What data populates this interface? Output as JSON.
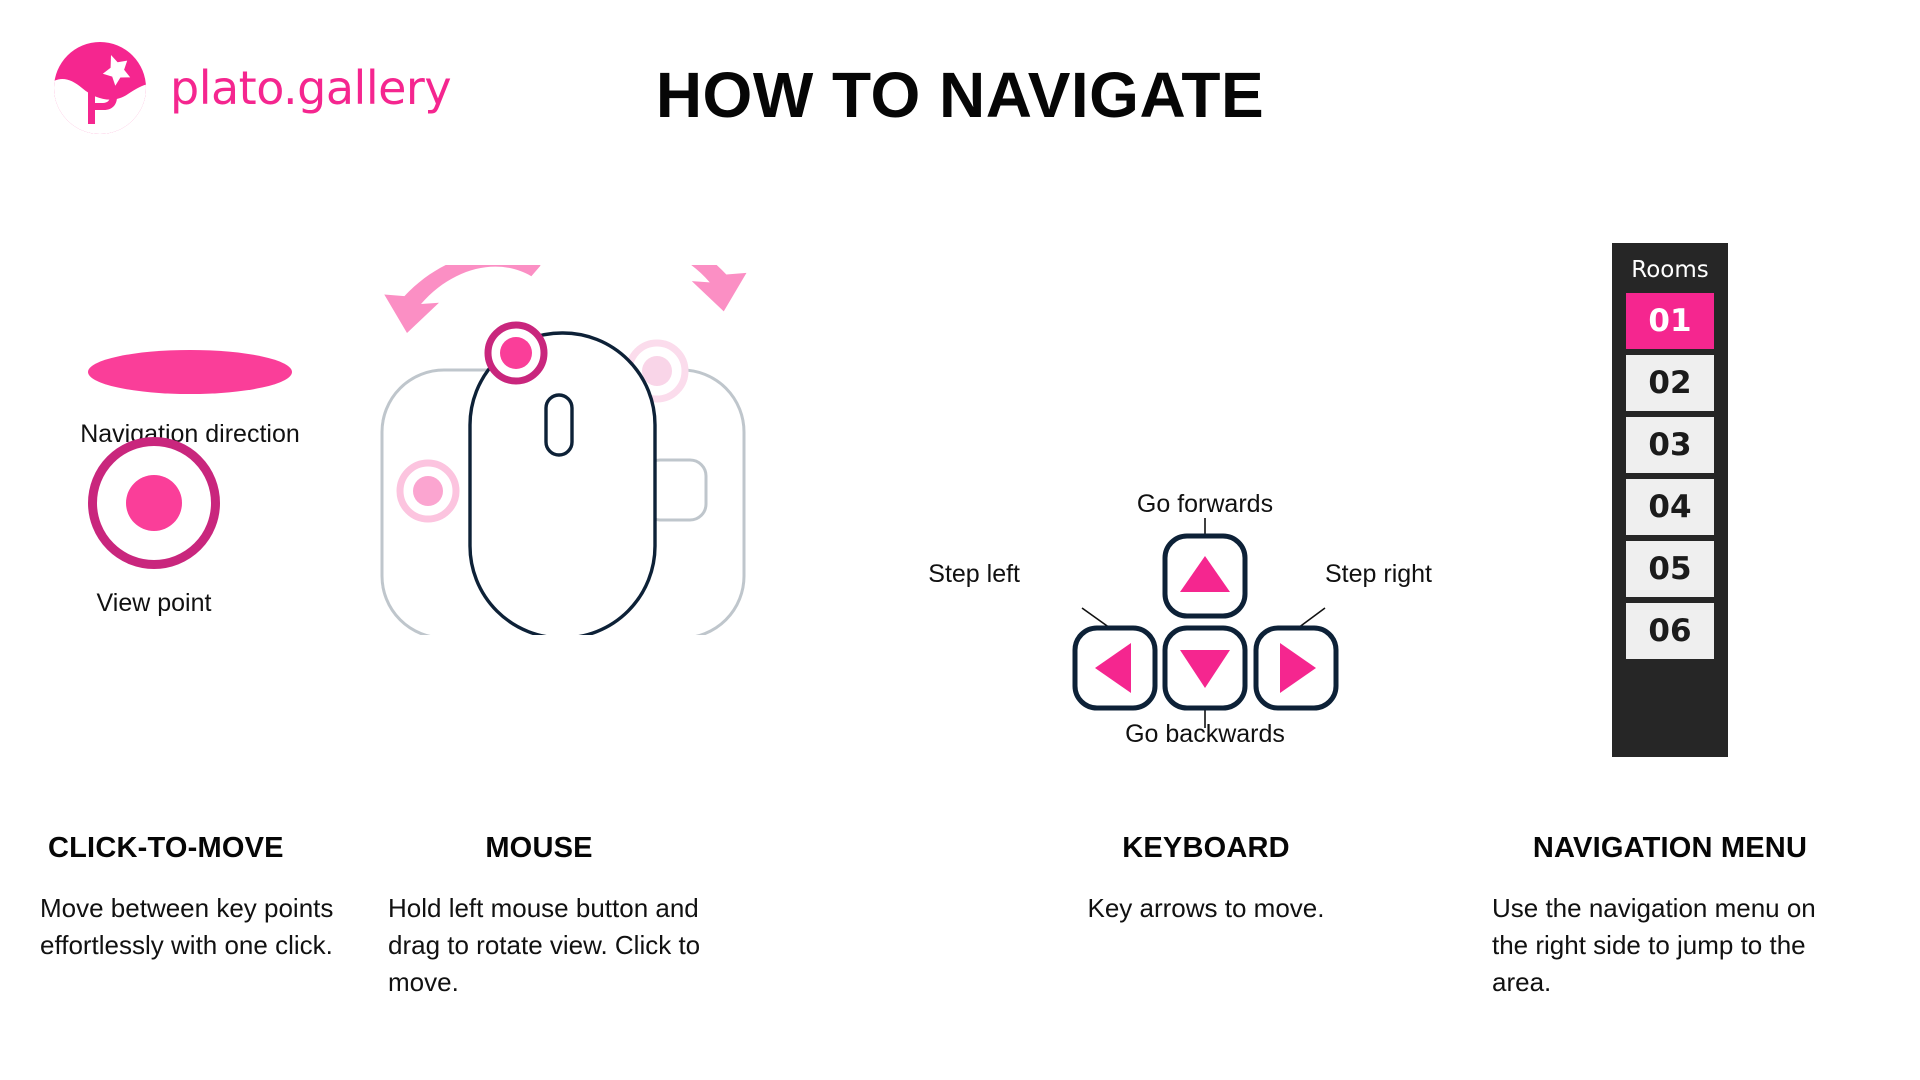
{
  "header": {
    "logo_icon": "plato-circle-star-logo-icon",
    "brand": "plato.gallery",
    "title": "HOW TO NAVIGATE"
  },
  "colors": {
    "pink": "#FA3E99",
    "pink_strong": "#F5268F",
    "pink_dark_ring": "#C9267D",
    "pink_light": "#FB8FC4",
    "pink_ghost_ring": "#FCC4DF",
    "pink_ghost_fill": "#FBA5D0",
    "navy": "#0D2137",
    "gray_ghost": "#BFC6CC",
    "panel_dark": "#262626",
    "room_idle": "#EFEFEF",
    "text": "#111111"
  },
  "columns": [
    {
      "id": "click-to-move",
      "heading": "CLICK-TO-MOVE",
      "body": "Move between key points effortlessly with one click.",
      "legend": {
        "direction_label": "Navigation direction",
        "viewpoint_label": "View point"
      }
    },
    {
      "id": "mouse",
      "heading": "MOUSE",
      "body": "Hold left mouse button and drag to rotate view. Click to move."
    },
    {
      "id": "keyboard",
      "heading": "KEYBOARD",
      "body": "Key arrows to move.",
      "keys": {
        "up_label": "Go forwards",
        "down_label": "Go backwards",
        "left_label": "Step left",
        "right_label": "Step right",
        "up_icon": "arrow-up-icon",
        "down_icon": "arrow-down-icon",
        "left_icon": "arrow-left-icon",
        "right_icon": "arrow-right-icon"
      }
    },
    {
      "id": "navigation-menu",
      "heading": "NAVIGATION MENU",
      "body": "Use the navigation menu on the right side to jump to the area.",
      "menu": {
        "title": "Rooms",
        "rooms": [
          {
            "label": "01",
            "active": true
          },
          {
            "label": "02",
            "active": false
          },
          {
            "label": "03",
            "active": false
          },
          {
            "label": "04",
            "active": false
          },
          {
            "label": "05",
            "active": false
          },
          {
            "label": "06",
            "active": false
          }
        ]
      }
    }
  ]
}
